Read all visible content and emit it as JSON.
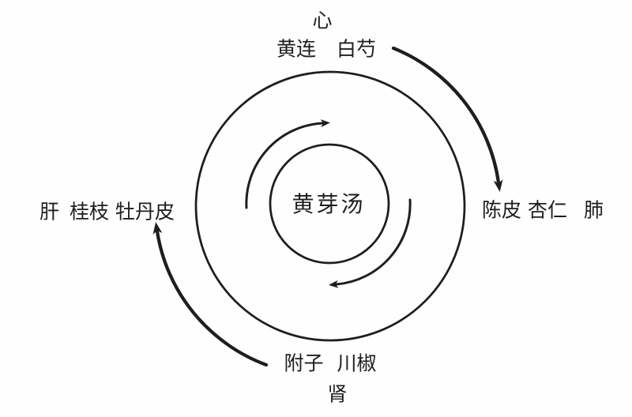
{
  "diagram": {
    "center": {
      "formula": "黄芽汤"
    },
    "nodes": {
      "top": {
        "organ": "心",
        "herbs": [
          "黄连",
          "白芍"
        ]
      },
      "right": {
        "organ": "肺",
        "herbs": [
          "陈皮",
          "杏仁"
        ]
      },
      "bottom": {
        "organ": "肾",
        "herbs": [
          "附子",
          "川椒"
        ]
      },
      "left": {
        "organ": "肝",
        "herbs": [
          "桂枝",
          "牡丹皮"
        ]
      }
    },
    "icons": {
      "inner_top": "clockwise-arc-arrow",
      "inner_bottom": "clockwise-arc-arrow",
      "outer_right": "descending-arc-arrow",
      "outer_left": "ascending-arc-arrow"
    },
    "ink_color": "#1e1e1e",
    "background_color": "#fefefe"
  }
}
